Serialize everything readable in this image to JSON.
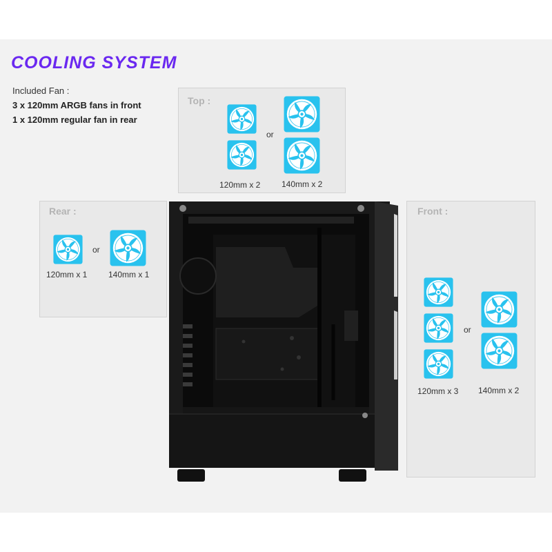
{
  "colors": {
    "accent": "#6a28f0",
    "fan_fill": "#29c2ee",
    "panel": "#e9e9e9"
  },
  "title": "COOLING SYSTEM",
  "included": {
    "label": "Included Fan :",
    "lines": [
      "3 x 120mm ARGB fans in front",
      "1 x 120mm regular fan in rear"
    ]
  },
  "top_panel": {
    "label": "Top :",
    "option_a": "120mm x 2",
    "or": "or",
    "option_b": "140mm x 2"
  },
  "rear_panel": {
    "label": "Rear :",
    "option_a": "120mm x 1",
    "or": "or",
    "option_b": "140mm x 1"
  },
  "front_panel": {
    "label": "Front :",
    "option_a": "120mm x 3",
    "or": "or",
    "option_b": "140mm x 2"
  },
  "icons": {
    "fan": "fan-icon",
    "case": "pc-case-image"
  }
}
